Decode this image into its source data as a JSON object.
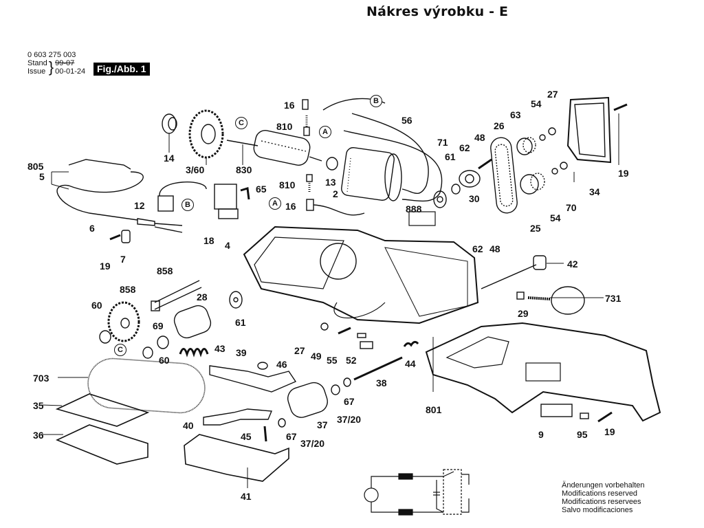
{
  "page": {
    "title": "Nákres výrobku - E",
    "part_number": "0 603 275 003",
    "stand_label": "Stand",
    "issue_label": "Issue",
    "stand_value": "99-07",
    "issue_value": "00-01-24",
    "figure_label": "Fig./Abb. 1"
  },
  "notes": [
    "Änderungen vorbehalten",
    "Modifications reserved",
    "Modifications reservees",
    "Salvo modificaciones"
  ],
  "connector_markers": [
    "A",
    "B",
    "C"
  ],
  "callouts": {
    "c14": "14",
    "c3_60": "3/60",
    "c830": "830",
    "c16a": "16",
    "c810a": "810",
    "c56": "56",
    "c71": "71",
    "c61a": "61",
    "c62a": "62",
    "c48a": "48",
    "c26": "26",
    "c63": "63",
    "c54a": "54",
    "c27a": "27",
    "c34": "34",
    "c19a": "19",
    "c70": "70",
    "c54b": "54",
    "c25": "25",
    "c30": "30",
    "c888": "888",
    "c62b": "62",
    "c48b": "48",
    "c805": "805",
    "c5": "5",
    "c12": "12",
    "c65": "65",
    "c810b": "810",
    "c13": "13",
    "c2": "2",
    "c16b": "16",
    "c18": "18",
    "c4": "4",
    "c6": "6",
    "c19b": "19",
    "c7": "7",
    "c858a": "858",
    "c858b": "858",
    "c60a": "60",
    "c28": "28",
    "c61b": "61",
    "c69": "69",
    "c60b": "60",
    "c42": "42",
    "c731": "731",
    "c29": "29",
    "c27b": "27",
    "c49": "49",
    "c55": "55",
    "c52": "52",
    "c44": "44",
    "c43": "43",
    "c39": "39",
    "c46": "46",
    "c703": "703",
    "c35": "35",
    "c36": "36",
    "c40": "40",
    "c45": "45",
    "c67a": "67",
    "c37_20a": "37/20",
    "c37": "37",
    "c67b": "67",
    "c37_20b": "37/20",
    "c38": "38",
    "c801": "801",
    "c41": "41",
    "c9": "9",
    "c95": "95",
    "c19c": "19"
  }
}
